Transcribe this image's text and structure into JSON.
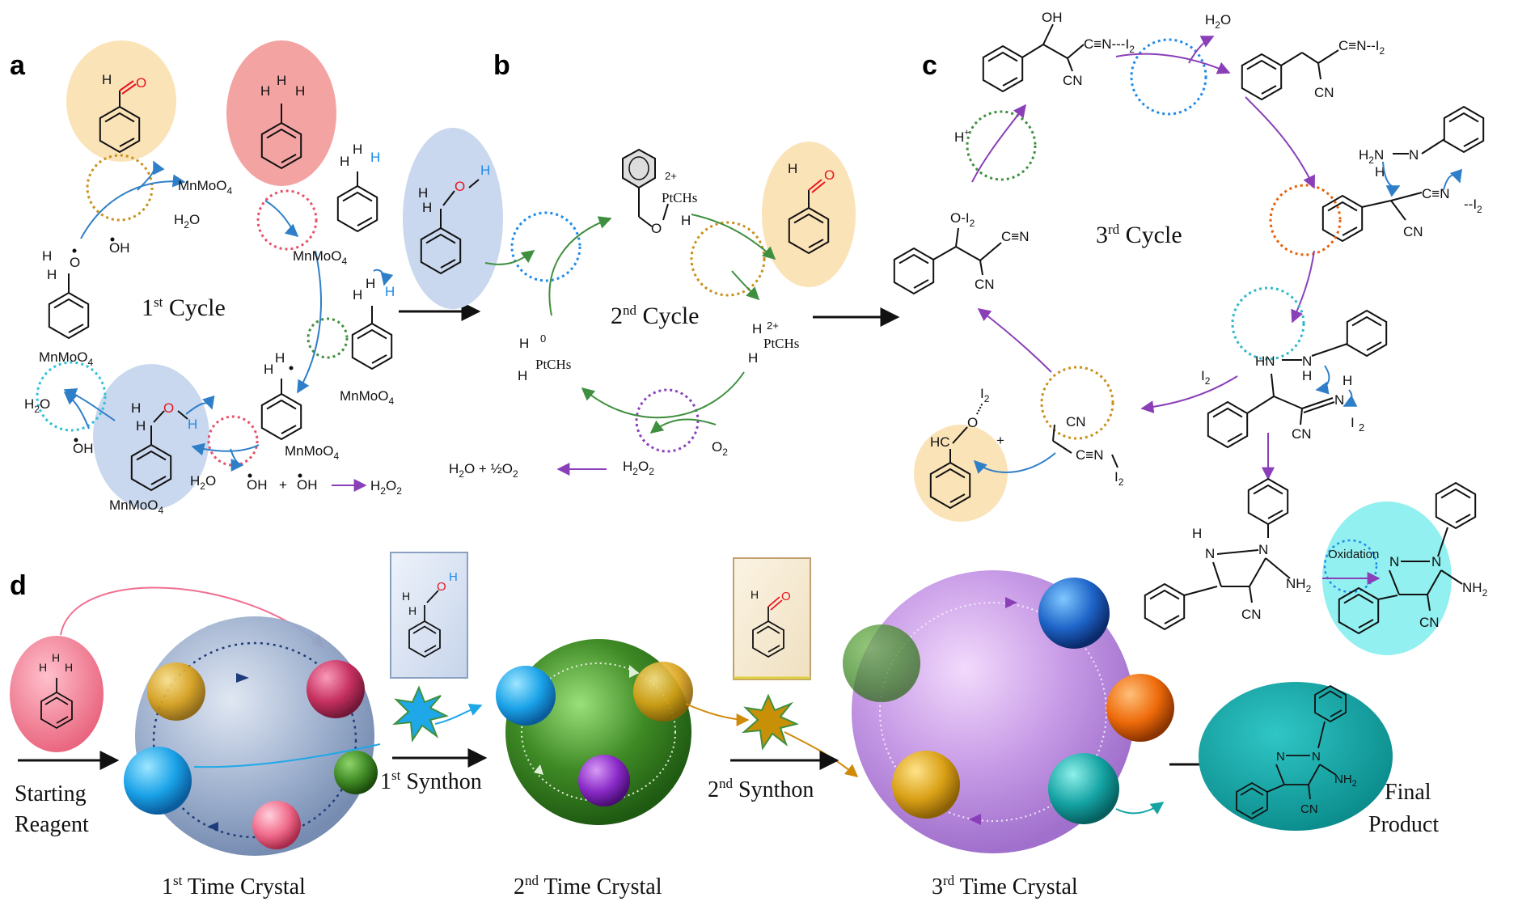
{
  "panels": {
    "a": "a",
    "b": "b",
    "c": "c",
    "d": "d"
  },
  "cycles": {
    "first": {
      "num": "1",
      "sup": "st",
      "word": " Cycle"
    },
    "second": {
      "num": "2",
      "sup": "nd",
      "word": " Cycle"
    },
    "third": {
      "num": "3",
      "sup": "rd",
      "word": " Cycle"
    }
  },
  "panel_a": {
    "catalyst": "MnMoO",
    "sub4": "4",
    "h2o": "H",
    "sub2": "2",
    "o": "O",
    "oh": "OH",
    "h": "H",
    "plus_oh": "+ ",
    "h2o2_h": "H",
    "h2o2_o": "O"
  },
  "panel_b": {
    "pt_ligand": "PtCHs",
    "charge": "2+",
    "zero": "0",
    "h": "H",
    "o": "O",
    "o2": "O",
    "h2o2": "H",
    "water_half": "H",
    "half": "+ ½O",
    "sub2": "2"
  },
  "panel_c": {
    "oh": "OH",
    "cn": "CN",
    "nitrile_i2": "C≡N---I",
    "sub2": "2",
    "h2o": "H",
    "h2o_o": "O",
    "hplus": "H",
    "plus": "+",
    "o_i2": "O",
    "i2": "I",
    "hydrazine": "H",
    "n": "N",
    "hn": "HN",
    "h": "H",
    "hc": "HC",
    "nh2": "NH",
    "oxidation": "Oxidation"
  },
  "panel_d": {
    "starting": "Starting",
    "reagent": "Reagent",
    "synthon1": {
      "num": "1",
      "sup": "st",
      "word": " Synthon"
    },
    "synthon2": {
      "num": "2",
      "sup": "nd",
      "word": " Synthon"
    },
    "crystal1": {
      "num": "1",
      "sup": "st",
      "word": " Time Crystal"
    },
    "crystal2": {
      "num": "2",
      "sup": "nd",
      "word": " Time Crystal"
    },
    "crystal3": {
      "num": "3",
      "sup": "rd",
      "word": " Time Crystal"
    },
    "final": "Final",
    "product": "Product",
    "nh2": "NH",
    "cn": "CN",
    "n": "N"
  },
  "colors": {
    "aldehyde_fill": "#fbe3b8",
    "toluene_fill": "#f4a3a3",
    "alcohol_fill": "#c9d8ee",
    "product_fill": "#93f0f0",
    "arrow_blue": "#2f7fc8",
    "arrow_purple": "#8a3fb8",
    "arrow_green": "#3f8f3f",
    "oxygen_red": "#e8141e",
    "h_blue": "#1e8be8",
    "crystal1": "#8ea4c8",
    "crystal2": "#3f8a25",
    "crystal3": "#c38ee3",
    "teal": "#15a3a3"
  }
}
